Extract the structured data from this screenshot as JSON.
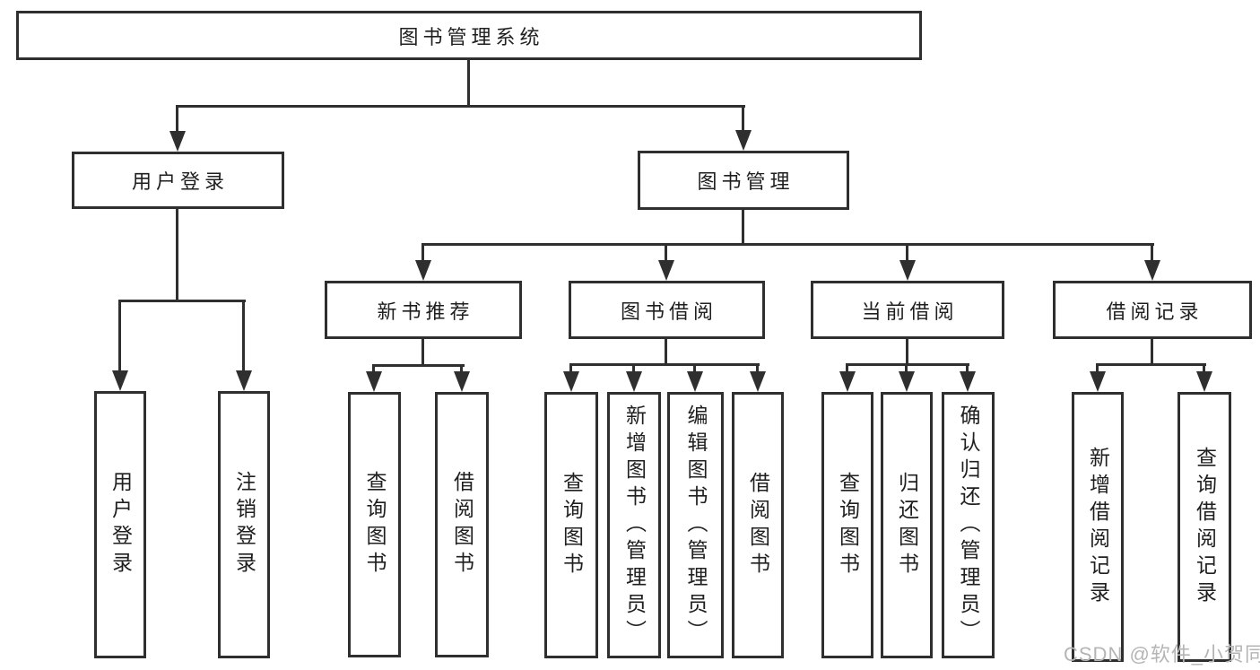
{
  "diagram": {
    "type": "tree",
    "watermark": "CSDN @软件_小贺同学",
    "colors": {
      "stroke": "#2f2f2f",
      "text": "#1f1f1f",
      "background": "#ffffff",
      "watermark": "#b5b5b5"
    },
    "tree": {
      "label": "图书管理系统",
      "children": [
        {
          "label": "用户登录",
          "children": [
            {
              "label": "用户登录"
            },
            {
              "label": "注销登录"
            }
          ]
        },
        {
          "label": "图书管理",
          "children": [
            {
              "label": "新书推荐",
              "children": [
                {
                  "label": "查询图书"
                },
                {
                  "label": "借阅图书"
                }
              ]
            },
            {
              "label": "图书借阅",
              "children": [
                {
                  "label": "查询图书"
                },
                {
                  "label": "新增图书（管理员）"
                },
                {
                  "label": "编辑图书（管理员）"
                },
                {
                  "label": "借阅图书"
                }
              ]
            },
            {
              "label": "当前借阅",
              "children": [
                {
                  "label": "查询图书"
                },
                {
                  "label": "归还图书"
                },
                {
                  "label": "确认归还（管理员）"
                }
              ]
            },
            {
              "label": "借阅记录",
              "children": [
                {
                  "label": "新增借阅记录"
                },
                {
                  "label": "查询借阅记录"
                }
              ]
            }
          ]
        }
      ]
    }
  }
}
